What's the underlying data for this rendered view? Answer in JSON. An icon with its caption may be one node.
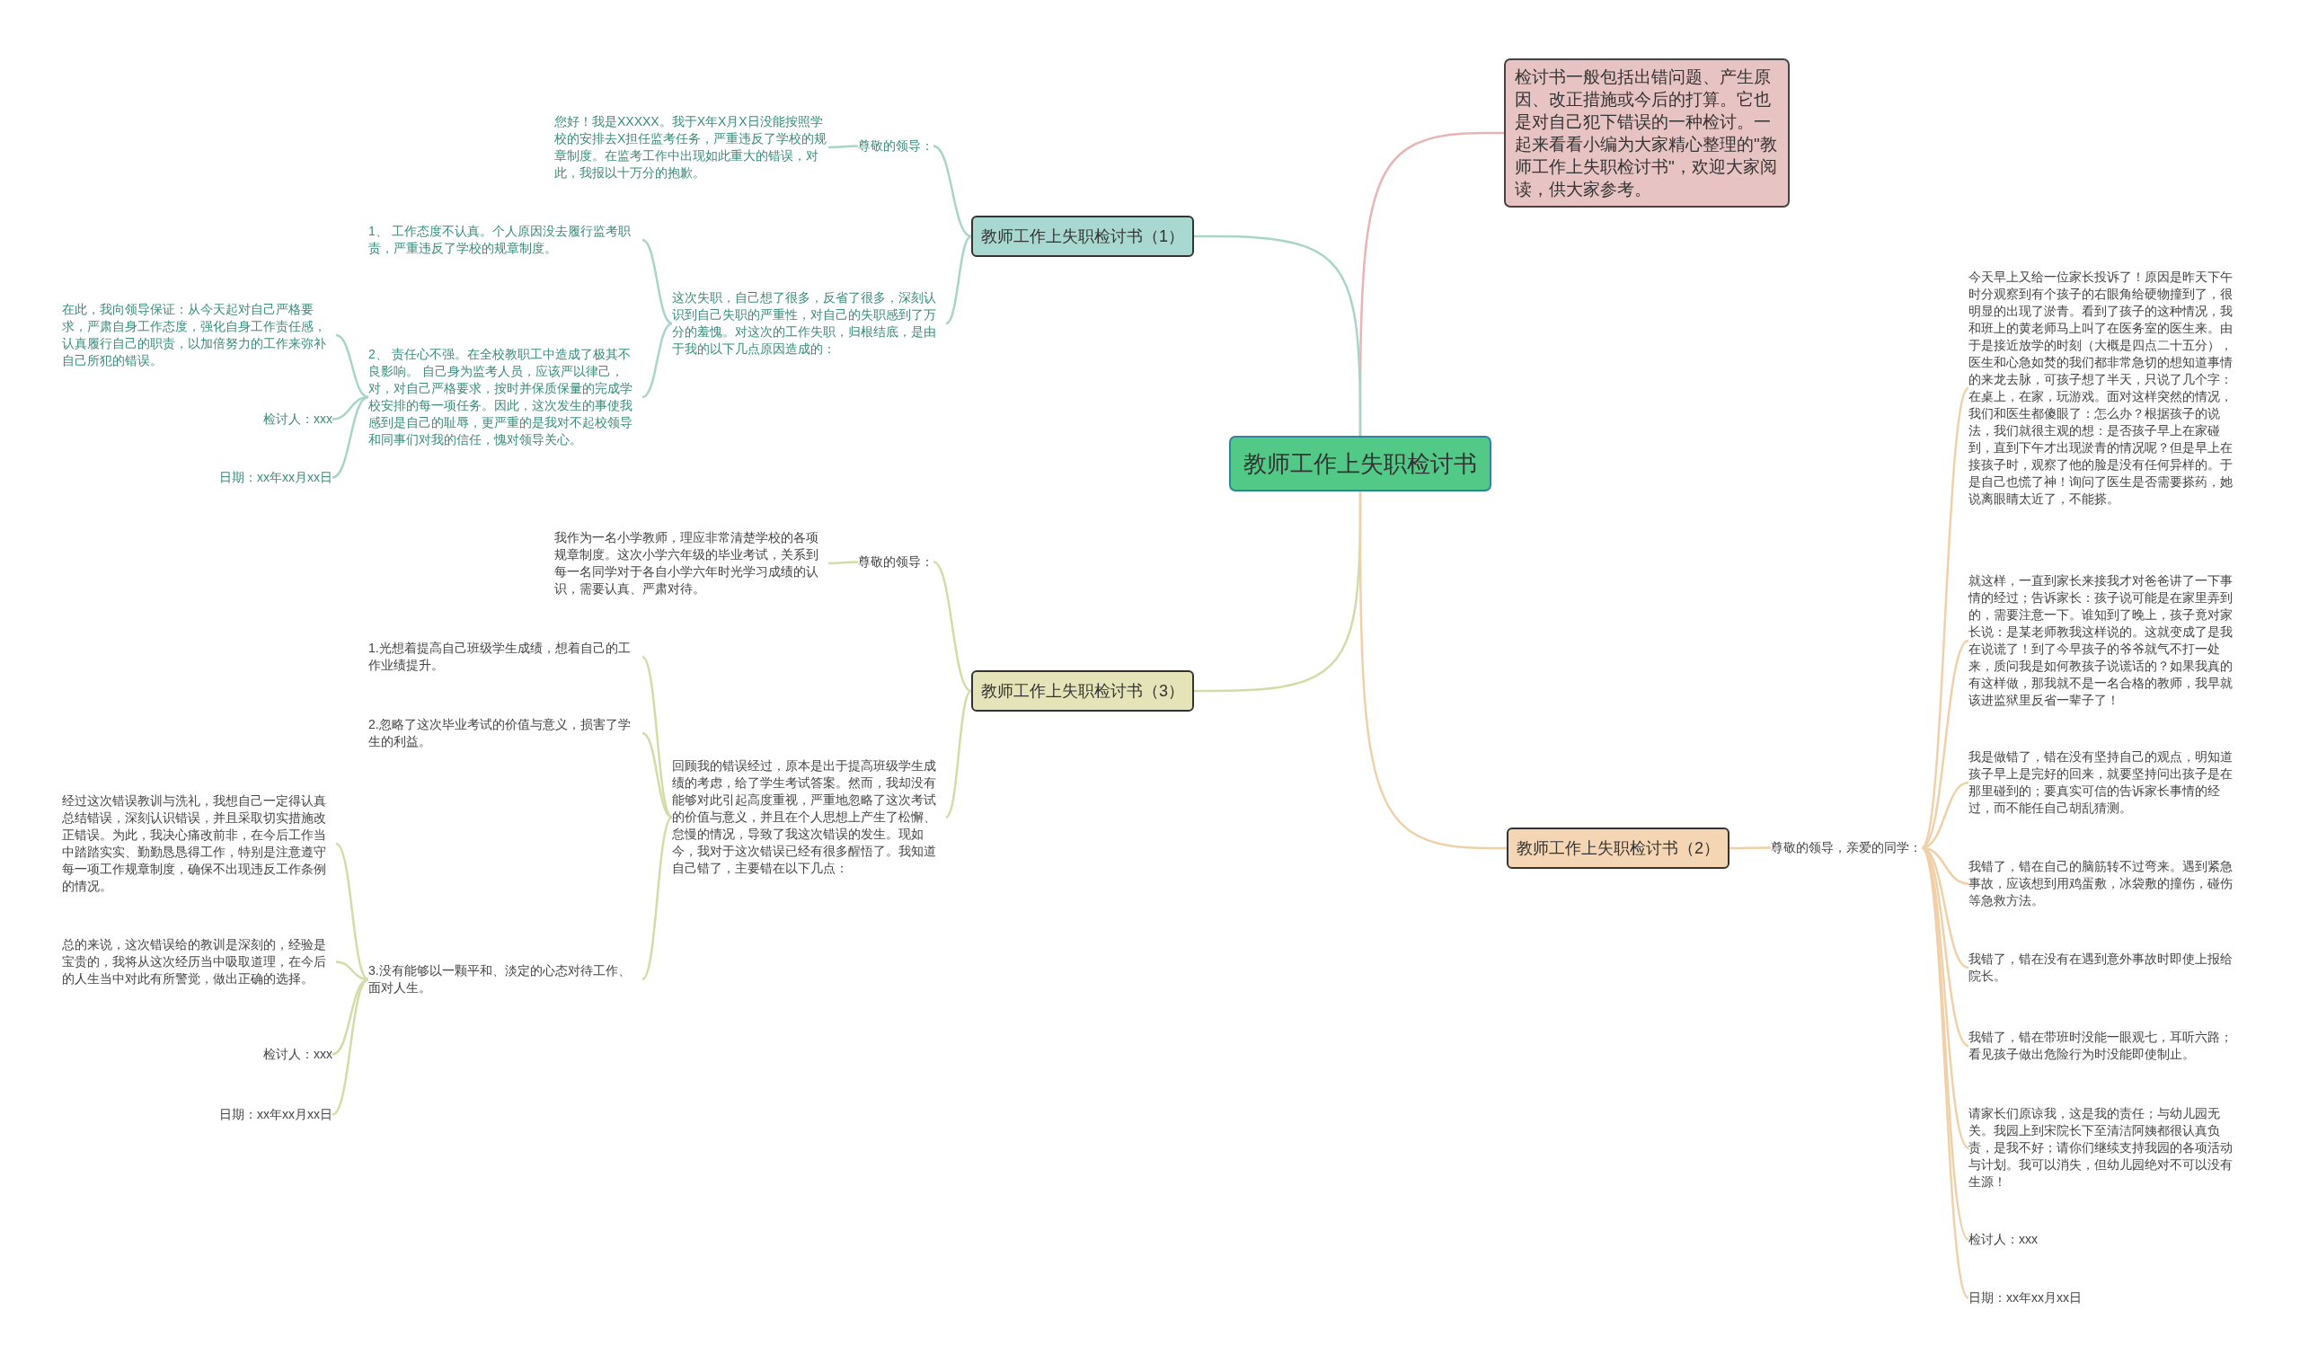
{
  "diagram": {
    "nodes": [
      {
        "text": [
          "教师工作上失职检讨书"
        ]
      },
      {
        "text": [
          "检讨书一般包括出错问题、产生原因、改正措施或今后的打算。它也是对自己犯下错误的一种检讨。一起来看看小编为大家精心整理的\"教师工作上失职检讨书\"，欢迎大家阅读，供大家参考。"
        ]
      },
      {
        "text": [
          "教师工作上失职检讨书（1）"
        ]
      },
      {
        "text": [
          "尊敬的领导："
        ]
      },
      {
        "text": [
          "您好！我是XXXXX。我于X年X月X日没能按照学校的安排去X担任监考任务，严重违反了学校的规章制度。在监考工作中出现如此重大的错误，对此，我报以十万分的抱歉。"
        ]
      },
      {
        "text": [
          "这次失职，自己想了很多，反省了很多，深刻认识到自己失职的严重性，对自己的失职感到了万分的羞愧。对这次的工作失职，归根结底，是由于我的以下几点原因造成的："
        ]
      },
      {
        "text": [
          "1、 工作态度不认真。个人原因没去履行监考职责，严重违反了学校的规章制度。"
        ]
      },
      {
        "text": [
          "2、 责任心不强。在全校教职工中造成了极其不良影响。 自己身为监考人员，应该严以律己，对，对自己严格要求，按时并保质保量的完成学校安排的每一项任务。因此，这次发生的事使我感到是自己的耻辱，更严重的是我对不起校领导和同事们对我的信任，愧对领导关心。"
        ]
      },
      {
        "text": [
          "在此，我向领导保证：从今天起对自己严格要求，严肃自身工作态度，强化自身工作责任感，认真履行自己的职责，以加倍努力的工作来弥补自己所犯的错误。"
        ]
      },
      {
        "text": [
          "检讨人：xxx"
        ]
      },
      {
        "text": [
          "日期：xx年xx月xx日"
        ]
      },
      {
        "text": [
          "教师工作上失职检讨书（3）"
        ]
      },
      {
        "text": [
          "尊敬的领导："
        ]
      },
      {
        "text": [
          "我作为一名小学教师，理应非常清楚学校的各项规章制度。这次小学六年级的毕业考试，关系到每一名同学对于各自小学六年时光学习成绩的认识，需要认真、严肃对待。"
        ]
      },
      {
        "text": [
          "回顾我的错误经过，原本是出于提高班级学生成绩的考虑，给了学生考试答案。然而，我却没有能够对此引起高度重视，严重地忽略了这次考试的价值与意义，并且在个人思想上产生了松懈、怠慢的情况，导致了我这次错误的发生。现如今，我对于这次错误已经有很多醒悟了。我知道自己错了，主要错在以下几点："
        ]
      },
      {
        "text": [
          "1.光想着提高自己班级学生成绩，想着自己的工作业绩提升。"
        ]
      },
      {
        "text": [
          "2.忽略了这次毕业考试的价值与意义，损害了学生的利益。"
        ]
      },
      {
        "text": [
          "3.没有能够以一颗平和、淡定的心态对待工作、面对人生。"
        ]
      },
      {
        "text": [
          "经过这次错误教训与洗礼，我想自己一定得认真总结错误，深刻认识错误，并且采取切实措施改正错误。为此，我决心痛改前非，在今后工作当中踏踏实实、勤勤恳恳得工作，特别是注意遵守每一项工作规章制度，确保不出现违反工作条例的情况。"
        ]
      },
      {
        "text": [
          "总的来说，这次错误给的教训是深刻的，经验是宝贵的，我将从这次经历当中吸取道理，在今后的人生当中对此有所警觉，做出正确的选择。"
        ]
      },
      {
        "text": [
          "检讨人：xxx"
        ]
      },
      {
        "text": [
          "日期：xx年xx月xx日"
        ]
      },
      {
        "text": [
          "教师工作上失职检讨书（2）"
        ]
      },
      {
        "text": [
          "尊敬的领导，亲爱的同学："
        ]
      },
      {
        "text": [
          "今天早上又给一位家长投诉了！原因是昨天下午时分观察到有个孩子的右眼角给硬物撞到了，很明显的出现了淤青。看到了孩子的这种情况，我和班上的黄老师马上叫了在医务室的医生来。由于是接近放学的时刻（大概是四点二十五分），医生和心急如焚的我们都非常急切的想知道事情的来龙去脉，可孩子想了半天，只说了几个字：在桌上，在家，玩游戏。面对这样突然的情况，我们和医生都傻眼了：怎么办？根据孩子的说法，我们就很主观的想：是否孩子早上在家碰到，直到下午才出现淤青的情况呢？但是早上在接孩子时，观察了他的脸是没有任何异样的。于是自己也慌了神！询问了医生是否需要搽药，她说离眼睛太近了，不能搽。"
        ]
      },
      {
        "text": [
          "就这样，一直到家长来接我才对爸爸讲了一下事情的经过；告诉家长：孩子说可能是在家里弄到的，需要注意一下。谁知到了晚上，孩子竟对家长说：是某老师教我这样说的。这就变成了是我在说谎了！到了今早孩子的爷爷就气不打一处来，质问我是如何教孩子说谎话的？如果我真的有这样做，那我就不是一名合格的教师，我早就该进监狱里反省一辈子了！"
        ]
      },
      {
        "text": [
          "我是做错了，错在没有坚持自己的观点，明知道孩子早上是完好的回来，就要坚持问出孩子是在那里碰到的；要真实可信的告诉家长事情的经过，而不能任自己胡乱猜测。"
        ]
      },
      {
        "text": [
          "我错了，错在自己的脑筋转不过弯来。遇到紧急事故，应该想到用鸡蛋敷，冰袋敷的撞伤，碰伤等急救方法。"
        ]
      },
      {
        "text": [
          "我错了，错在没有在遇到意外事故时即使上报给院长。"
        ]
      },
      {
        "text": [
          "我错了，错在带班时没能一眼观七，耳听六路；看见孩子做出危险行为时没能即使制止。"
        ]
      },
      {
        "text": [
          "请家长们原谅我，这是我的责任；与幼儿园无关。我园上到宋院长下至清洁阿姨都很认真负责，是我不好；请你们继续支持我园的各项活动与计划。我可以消失，但幼儿园绝对不可以没有生源！"
        ]
      },
      {
        "text": [
          "检讨人：xxx"
        ]
      },
      {
        "text": [
          "日期：xx年xx月xx日"
        ]
      }
    ],
    "edges": [
      {
        "from": 0,
        "to": 1,
        "arrow": "none",
        "color": "#e8b4b4"
      },
      {
        "from": 0,
        "to": 2,
        "arrow": "none",
        "color": "#a8d5c8"
      },
      {
        "from": 2,
        "to": 3,
        "arrow": "none",
        "color": "#a8d5c8"
      },
      {
        "from": 3,
        "to": 4,
        "arrow": "none",
        "color": "#a8d5c8"
      },
      {
        "from": 2,
        "to": 5,
        "arrow": "none",
        "color": "#a8d5c8"
      },
      {
        "from": 5,
        "to": 6,
        "arrow": "none",
        "color": "#a8d5c8"
      },
      {
        "from": 5,
        "to": 7,
        "arrow": "none",
        "color": "#a8d5c8"
      },
      {
        "from": 7,
        "to": 8,
        "arrow": "none",
        "color": "#a8d5c8"
      },
      {
        "from": 7,
        "to": 9,
        "arrow": "none",
        "color": "#a8d5c8"
      },
      {
        "from": 7,
        "to": 10,
        "arrow": "none",
        "color": "#a8d5c8"
      },
      {
        "from": 0,
        "to": 11,
        "arrow": "none",
        "color": "#d3dca6"
      },
      {
        "from": 11,
        "to": 12,
        "arrow": "none",
        "color": "#d3dca6"
      },
      {
        "from": 12,
        "to": 13,
        "arrow": "none",
        "color": "#d3dca6"
      },
      {
        "from": 11,
        "to": 14,
        "arrow": "none",
        "color": "#d3dca6"
      },
      {
        "from": 14,
        "to": 15,
        "arrow": "none",
        "color": "#d3dca6"
      },
      {
        "from": 14,
        "to": 16,
        "arrow": "none",
        "color": "#d3dca6"
      },
      {
        "from": 14,
        "to": 17,
        "arrow": "none",
        "color": "#d3dca6"
      },
      {
        "from": 17,
        "to": 18,
        "arrow": "none",
        "color": "#d3dca6"
      },
      {
        "from": 17,
        "to": 19,
        "arrow": "none",
        "color": "#d3dca6"
      },
      {
        "from": 17,
        "to": 20,
        "arrow": "none",
        "color": "#d3dca6"
      },
      {
        "from": 17,
        "to": 21,
        "arrow": "none",
        "color": "#d3dca6"
      },
      {
        "from": 0,
        "to": 22,
        "arrow": "none",
        "color": "#f0d0a8"
      },
      {
        "from": 22,
        "to": 23,
        "arrow": "none",
        "color": "#f0d0a8"
      },
      {
        "from": 23,
        "to": 24,
        "arrow": "none",
        "color": "#f0d0a8"
      },
      {
        "from": 23,
        "to": 25,
        "arrow": "none",
        "color": "#f0d0a8"
      },
      {
        "from": 23,
        "to": 26,
        "arrow": "none",
        "color": "#f0d0a8"
      },
      {
        "from": 23,
        "to": 27,
        "arrow": "none",
        "color": "#f0d0a8"
      },
      {
        "from": 23,
        "to": 28,
        "arrow": "none",
        "color": "#f0d0a8"
      },
      {
        "from": 23,
        "to": 29,
        "arrow": "none",
        "color": "#f0d0a8"
      },
      {
        "from": 23,
        "to": 30,
        "arrow": "none",
        "color": "#f0d0a8"
      },
      {
        "from": 23,
        "to": 31,
        "arrow": "none",
        "color": "#f0d0a8"
      },
      {
        "from": 23,
        "to": 32,
        "arrow": "none",
        "color": "#f0d0a8"
      }
    ]
  }
}
